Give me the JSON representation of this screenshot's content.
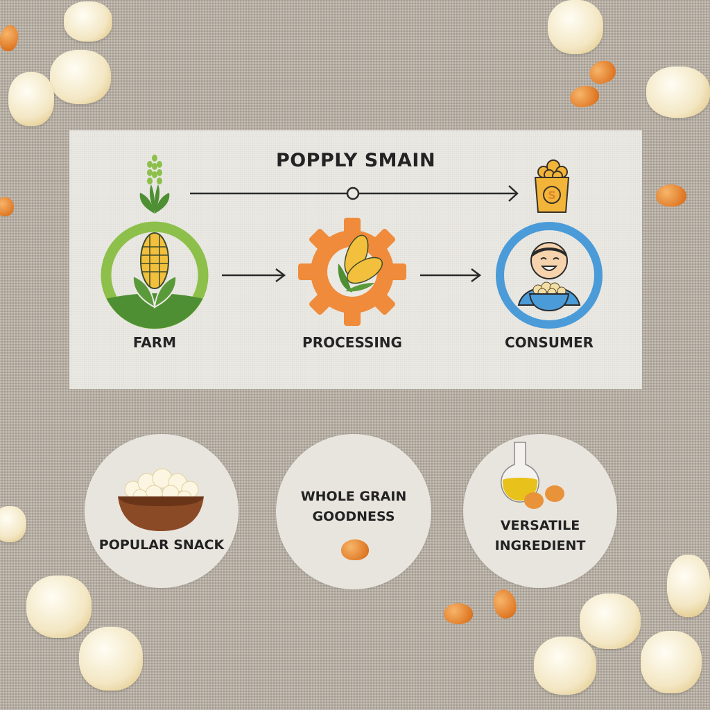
{
  "diagram": {
    "title": "POPPLY SMAIN",
    "stages": [
      {
        "label": "FARM",
        "icon": "corn-plant-icon",
        "color": "#6aa43a"
      },
      {
        "label": "PROCESSING",
        "icon": "gear-corn-icon",
        "color": "#ef8b3a"
      },
      {
        "label": "CONSUMER",
        "icon": "person-eating-popcorn-icon",
        "color": "#4a9bd8"
      }
    ],
    "top_flow": {
      "start_icon": "corn-sprout-icon",
      "end_icon": "popcorn-box-icon"
    },
    "colors": {
      "panel": "#ebe9e4",
      "text": "#232323",
      "popcorn_box": "#f2b53a"
    }
  },
  "benefits": [
    {
      "label_line1": "POPULAR SNACK",
      "label_line2": "",
      "icon": "popcorn-bowl-icon"
    },
    {
      "label_line1": "WHOLE GRAIN",
      "label_line2": "GOODNESS",
      "icon": "corn-kernel-icon"
    },
    {
      "label_line1": "VERSATILE",
      "label_line2": "INGREDIENT",
      "icon": "oil-flask-icon"
    }
  ]
}
